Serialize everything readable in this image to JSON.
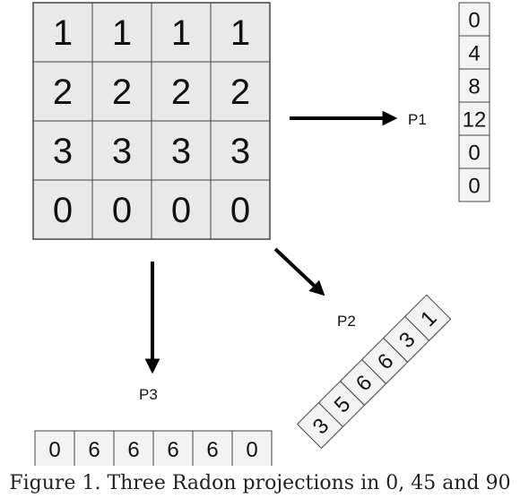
{
  "matrix": [
    [
      "1",
      "1",
      "1",
      "1"
    ],
    [
      "2",
      "2",
      "2",
      "2"
    ],
    [
      "3",
      "3",
      "3",
      "3"
    ],
    [
      "0",
      "0",
      "0",
      "0"
    ]
  ],
  "projections": {
    "p1": {
      "label": "P1",
      "values": [
        "0",
        "4",
        "8",
        "12",
        "0",
        "0"
      ]
    },
    "p2": {
      "label": "P2",
      "values": [
        "3",
        "5",
        "6",
        "6",
        "3",
        "1"
      ]
    },
    "p3": {
      "label": "P3",
      "values": [
        "0",
        "6",
        "6",
        "6",
        "6",
        "0"
      ]
    }
  },
  "caption": "Figure 1. Three Radon projections in 0, 45 and 90",
  "colors": {
    "matrix_fill": "#e9e9e9",
    "vector_fill": "#f3f3f3",
    "border": "#444444",
    "arrow": "#000000"
  }
}
